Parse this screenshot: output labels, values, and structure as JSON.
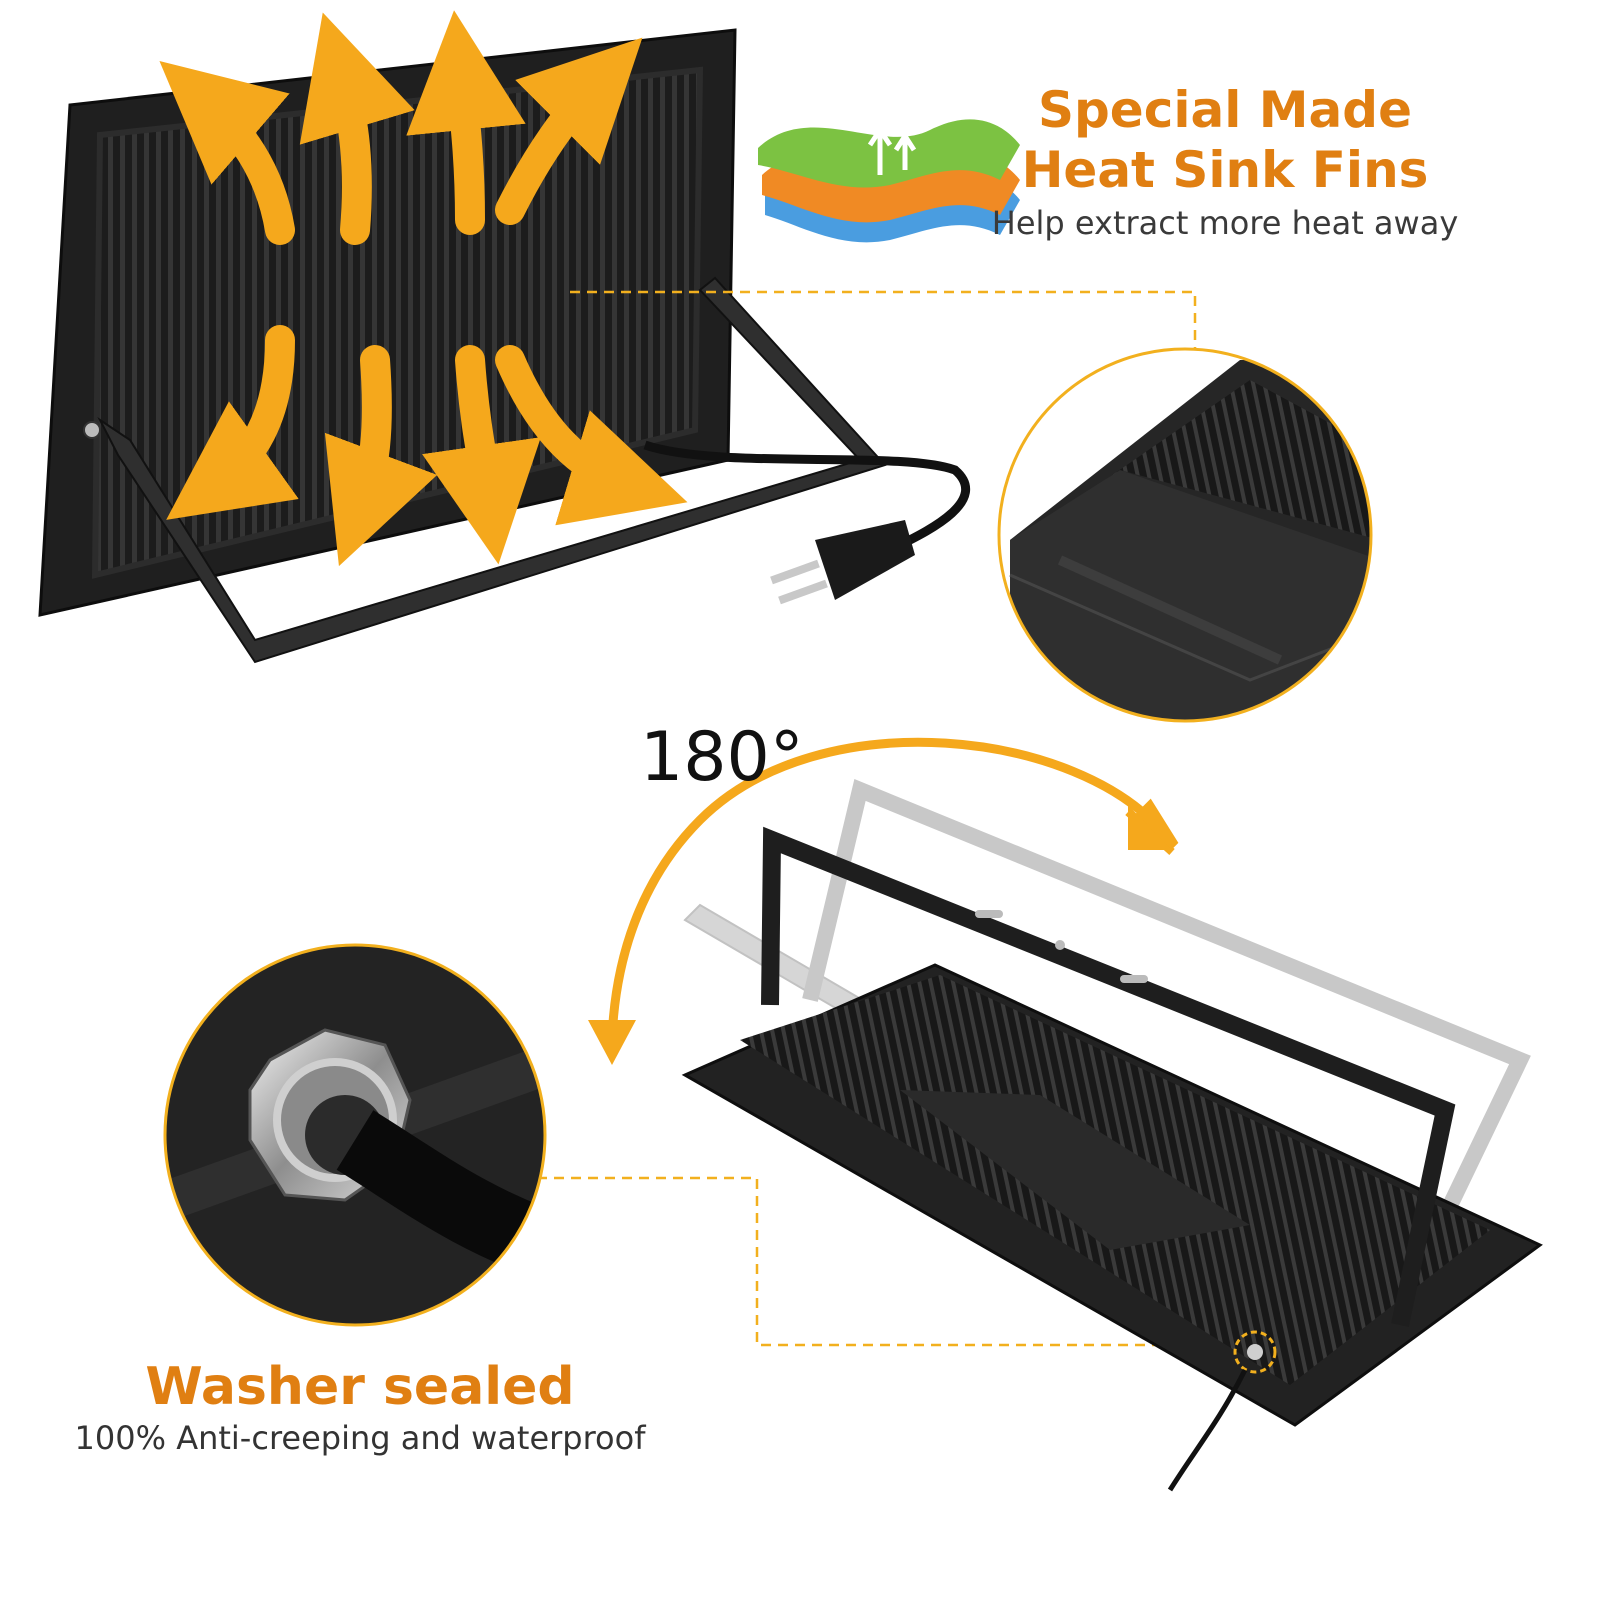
{
  "heat_sink": {
    "title_line1": "Special Made",
    "title_line2": "Heat Sink Fins",
    "subtitle": "Help extract more heat away"
  },
  "bracket": {
    "angle_label": "180°"
  },
  "washer": {
    "title": "Washer sealed",
    "subtitle": "100% Anti-creeping and waterproof"
  },
  "colors": {
    "accent_orange": "#e07f12",
    "arrow_yellow": "#f5a81c",
    "guide_line": "#f2b01e",
    "product_black": "#1e1e1e"
  },
  "icons": [
    "heat-flow-arrow-icon",
    "layered-heat-dissipation-icon",
    "rotation-arrow-icon"
  ]
}
